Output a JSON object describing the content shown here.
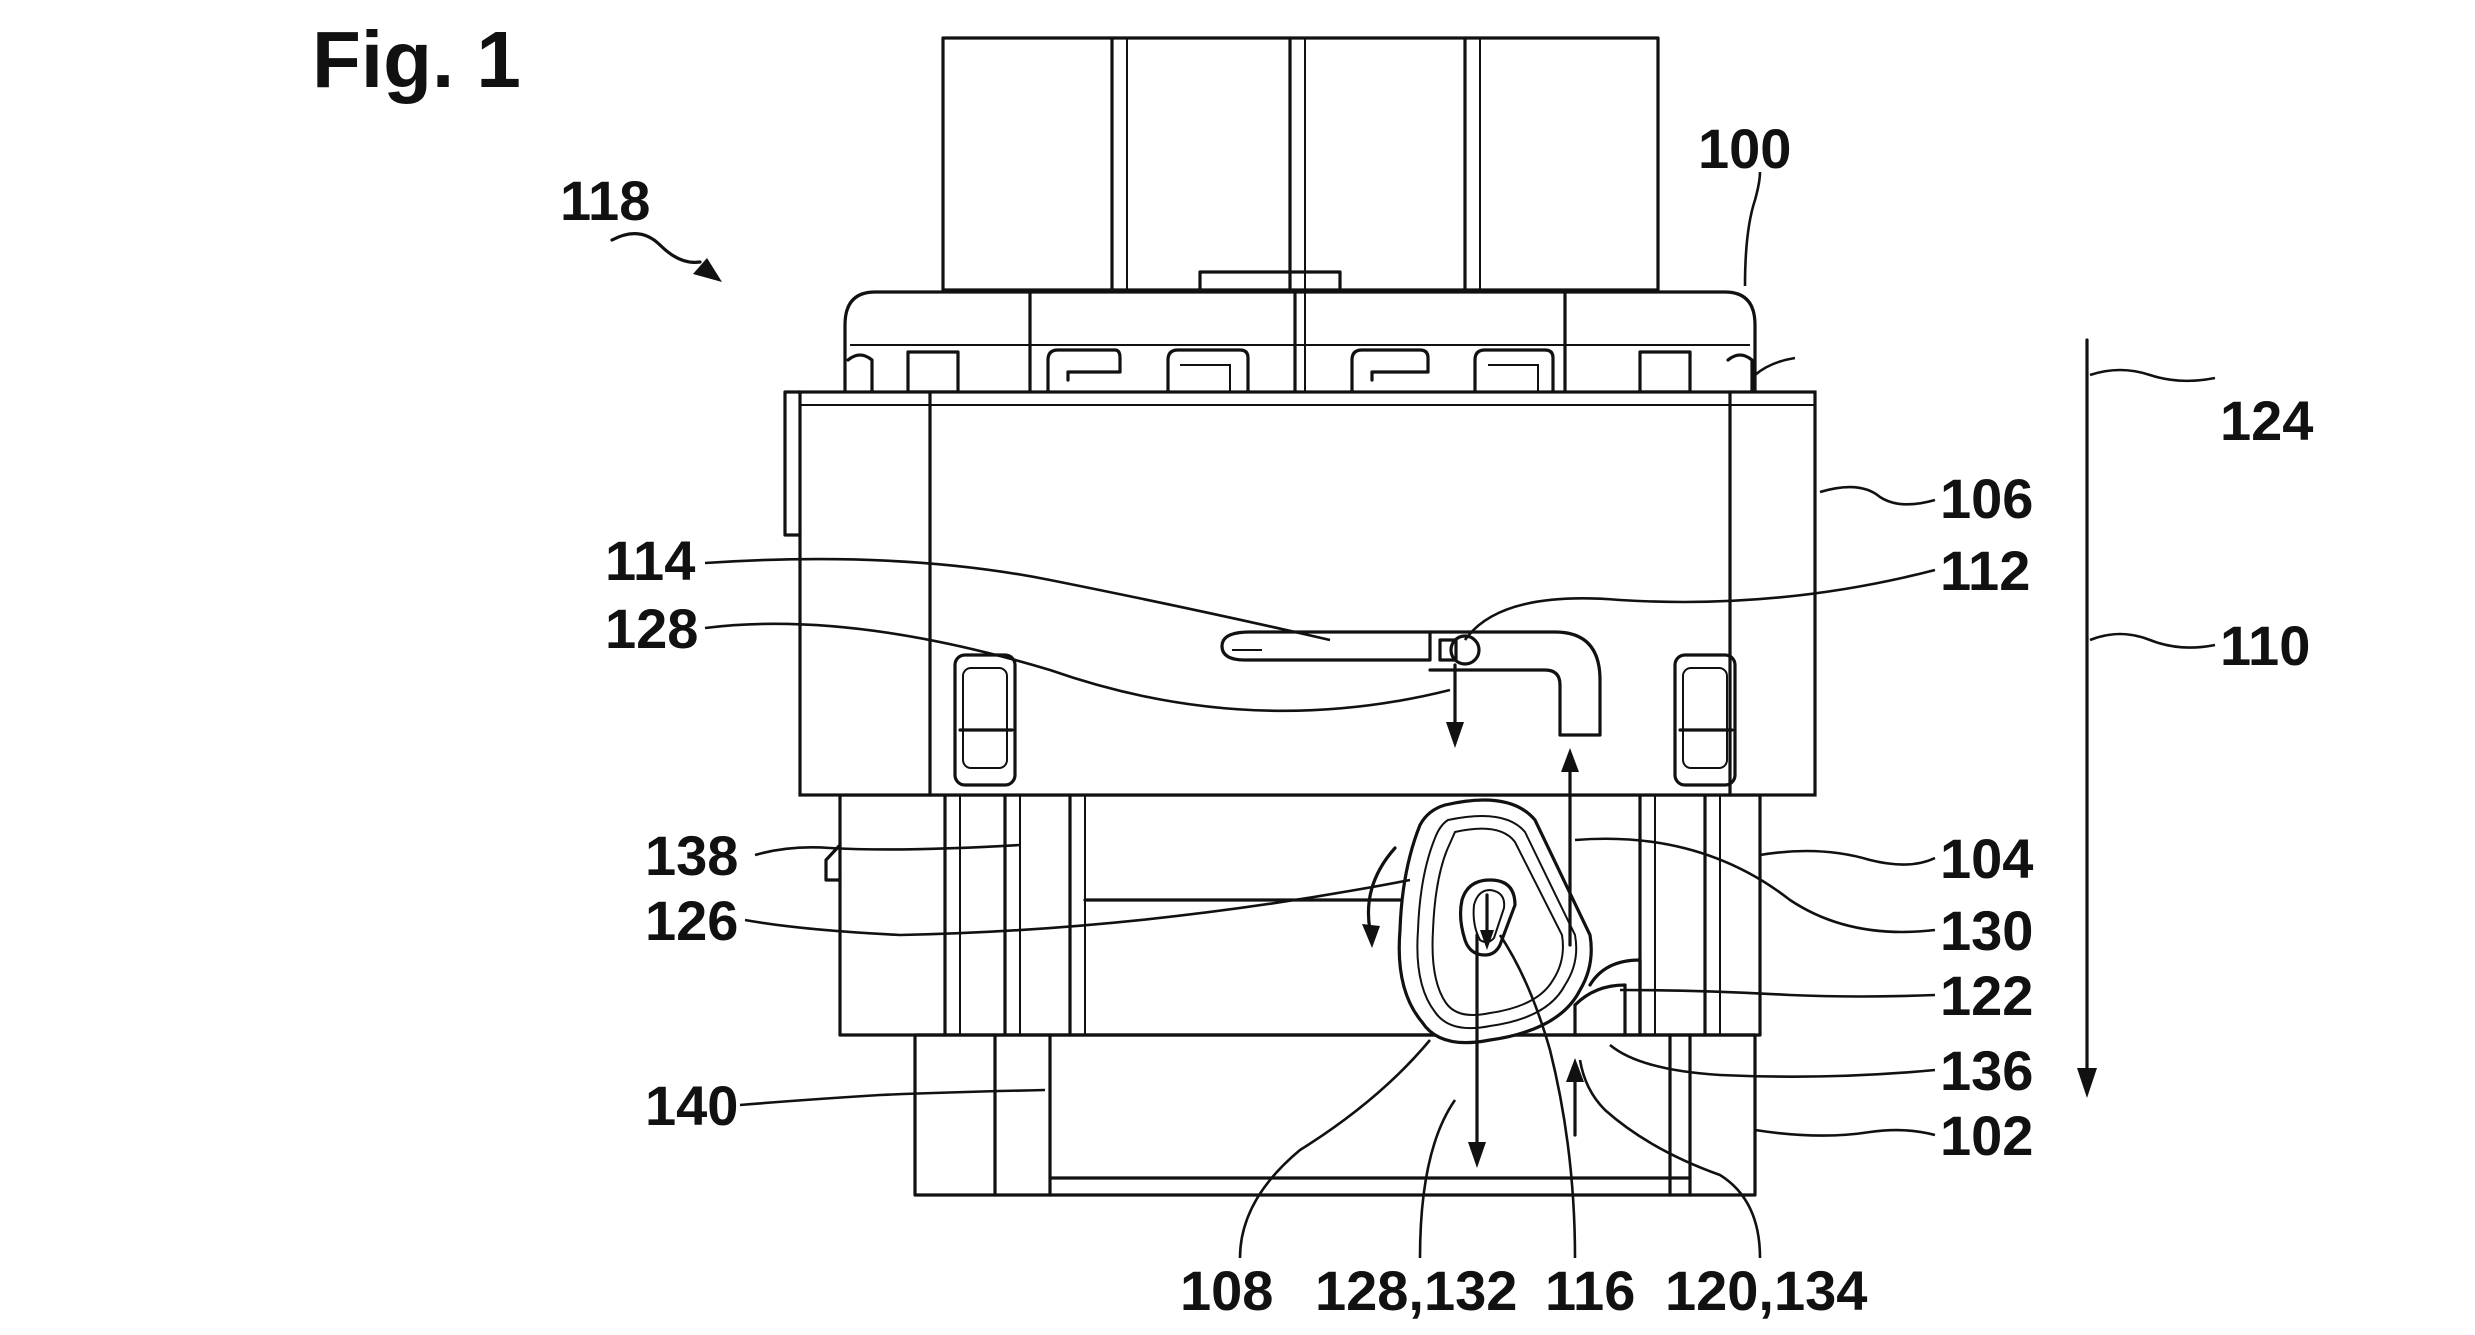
{
  "figure": {
    "title": "Fig. 1",
    "reference_numerals": {
      "r100": "100",
      "r102": "102",
      "r104": "104",
      "r106": "106",
      "r108": "108",
      "r110": "110",
      "r112": "112",
      "r114": "114",
      "r116": "116",
      "r118": "118",
      "r120_134": "120,134",
      "r122": "122",
      "r124": "124",
      "r126": "126",
      "r128": "128",
      "r128_132": "128,132",
      "r130": "130",
      "r136": "136",
      "r138": "138",
      "r140": "140"
    }
  }
}
